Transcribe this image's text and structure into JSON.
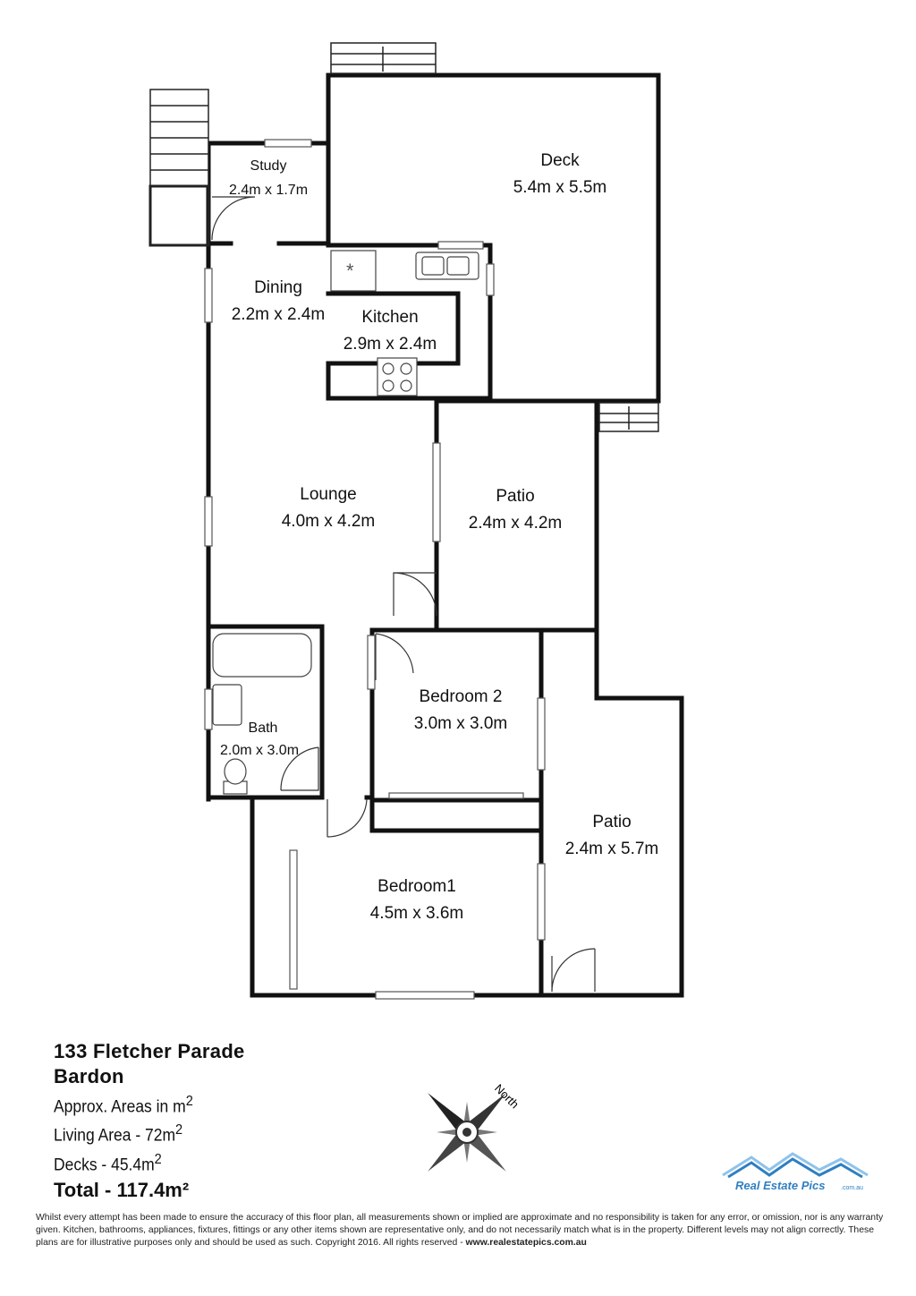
{
  "rooms": {
    "deck": {
      "name": "Deck",
      "size": "5.4m x 5.5m"
    },
    "study": {
      "name": "Study",
      "size": "2.4m x 1.7m"
    },
    "dining": {
      "name": "Dining",
      "size": "2.2m x 2.4m"
    },
    "kitchen": {
      "name": "Kitchen",
      "size": "2.9m x 2.4m"
    },
    "lounge": {
      "name": "Lounge",
      "size": "4.0m x 4.2m"
    },
    "patio1": {
      "name": "Patio",
      "size": "2.4m x 4.2m"
    },
    "bedroom2": {
      "name": "Bedroom 2",
      "size": "3.0m x 3.0m"
    },
    "bath": {
      "name": "Bath",
      "size": "2.0m x 3.0m"
    },
    "patio2": {
      "name": "Patio",
      "size": "2.4m x 5.7m"
    },
    "bedroom1": {
      "name": "Bedroom1",
      "size": "4.5m x 3.6m"
    }
  },
  "info": {
    "address_line1": "133 Fletcher Parade",
    "address_line2": "Bardon",
    "areas_label": "Approx. Areas in m",
    "areas_sup": "2",
    "living_area": "Living Area - 72m",
    "living_sup": "2",
    "decks": "Decks - 45.4m",
    "decks_sup": "2",
    "total": "Total - 117.4m²"
  },
  "compass": {
    "label": "North"
  },
  "logo": {
    "text": "Real Estate Pics",
    "domain": ".com.au"
  },
  "disclaimer": {
    "text": "Whilst every attempt has been made to ensure the accuracy of this floor plan, all measurements shown or implied are approximate and no responsibility is taken for any error, or omission, nor is any warranty given.  Kitchen, bathrooms, appliances, fixtures, fittings or any  other items shown  are representative only, and do not necessarily match what is in the property.  Different levels may not align correctly.  These plans are for illustrative purposes only and should be used as such.  Copyright 2016.  All rights reserved - ",
    "link": "www.realestatepics.com.au"
  },
  "colors": {
    "wall": "#111111",
    "logo_blue": "#2f7fc1",
    "logo_light": "#8fc3ea"
  }
}
